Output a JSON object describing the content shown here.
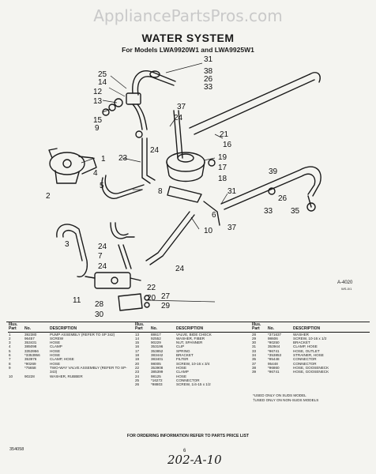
{
  "watermark": "AppliancePartsPros.com",
  "header": {
    "title": "WATER SYSTEM",
    "subtitle": "For Models LWA9920W1 and LWA9925W1"
  },
  "diagram": {
    "callouts": [
      "31",
      "25",
      "38",
      "14",
      "26",
      "12",
      "33",
      "13",
      "15",
      "37",
      "24",
      "9",
      "21",
      "16",
      "24",
      "1",
      "23",
      "19",
      "4",
      "17",
      "8",
      "18",
      "5",
      "39",
      "2",
      "31",
      "26",
      "33",
      "35",
      "6",
      "37",
      "10",
      "3",
      "24",
      "7",
      "24",
      "24",
      "22",
      "20",
      "27",
      "28",
      "29",
      "30",
      "11"
    ],
    "corner_label": "A-4020",
    "corner_sub": "WS-0/1"
  },
  "table": {
    "headers": {
      "illus_part": "Illus. Part",
      "no": "No.",
      "part_no": "No.",
      "description": "DESCRIPTION"
    },
    "columns": [
      [
        {
          "illus": "1",
          "part": "392380",
          "desc": "PUMP ASSEMBLY (REFER TO SP 342)"
        },
        {
          "illus": "2",
          "part": "96457",
          "desc": "SCREW"
        },
        {
          "illus": "3",
          "part": "353431",
          "desc": "HOSE"
        },
        {
          "illus": "4",
          "part": "385098",
          "desc": "CLAMP"
        },
        {
          "illus": "5",
          "part": "3353956",
          "desc": "HOSE"
        },
        {
          "illus": "6",
          "part": "*3353956",
          "desc": "HOSE"
        },
        {
          "illus": "7",
          "part": "353976",
          "desc": "CLAMP, HOSE"
        },
        {
          "illus": "8",
          "part": "*90269",
          "desc": "HOSE"
        },
        {
          "illus": "9",
          "part": "*75658",
          "desc": "TWO-WAY VALVE ASSEMBLY (REFER TO SP-343)"
        },
        {
          "illus": "10",
          "part": "90228",
          "desc": "WASHER, RUBBER"
        }
      ],
      [
        {
          "illus": "13",
          "part": "88617",
          "desc": "VALVE, BIDE CHECK"
        },
        {
          "illus": "14",
          "part": "92552",
          "desc": "WASHER, FIBER"
        },
        {
          "illus": "15",
          "part": "90229",
          "desc": "NUT, SPANNER"
        },
        {
          "illus": "16",
          "part": "353196",
          "desc": "CLIP"
        },
        {
          "illus": "17",
          "part": "353852",
          "desc": "SPRING"
        },
        {
          "illus": "18",
          "part": "383442",
          "desc": "BRACKET"
        },
        {
          "illus": "19",
          "part": "383401",
          "desc": "FILTER"
        },
        {
          "illus": "20",
          "part": "98005",
          "desc": "SCREW, 10-16 x 3/4"
        },
        {
          "illus": "22",
          "part": "353908",
          "desc": "HOSE"
        },
        {
          "illus": "23",
          "part": "385399",
          "desc": "CLAMP"
        },
        {
          "illus": "24",
          "part": "98125",
          "desc": "HOSE"
        },
        {
          "illus": "25",
          "part": "*16272",
          "desc": "CONNECTOR"
        },
        {
          "illus": "26",
          "part": "*98803",
          "desc": "SCREW, 1/4-15 x 1/2"
        }
      ],
      [
        {
          "illus": "28",
          "part": "*371637",
          "desc": "WASHER"
        },
        {
          "illus": "29",
          "part": "98606",
          "desc": "SCREW, 10-16 x 1/2"
        },
        {
          "illus": "30",
          "part": "*90250",
          "desc": "BRACKET"
        },
        {
          "illus": "31",
          "part": "353944",
          "desc": "CLAMP, HOSE"
        },
        {
          "illus": "33",
          "part": "*96741",
          "desc": "HOSE, OUTLET"
        },
        {
          "illus": "34",
          "part": "*353853",
          "desc": "STRAINER, HOSE"
        },
        {
          "illus": "35",
          "part": "*95448",
          "desc": "CONNECTOR"
        },
        {
          "illus": "37",
          "part": "95448",
          "desc": "CONNECTOR"
        },
        {
          "illus": "38",
          "part": "*96860",
          "desc": "HOSE, GOOSENECK"
        },
        {
          "illus": "39",
          "part": "*96741",
          "desc": "HOSE, GOOSENECK"
        }
      ]
    ],
    "notes": [
      "*USED ONLY ON SUDS MODEL",
      "†USED ONLY ON NON-SUDS MODELS"
    ]
  },
  "footer": {
    "ordering": "FOR ORDERING INFORMATION REFER TO PARTS PRICE LIST",
    "page_number": "6",
    "doc_number": "354058",
    "handwritten": "202-A-10"
  }
}
